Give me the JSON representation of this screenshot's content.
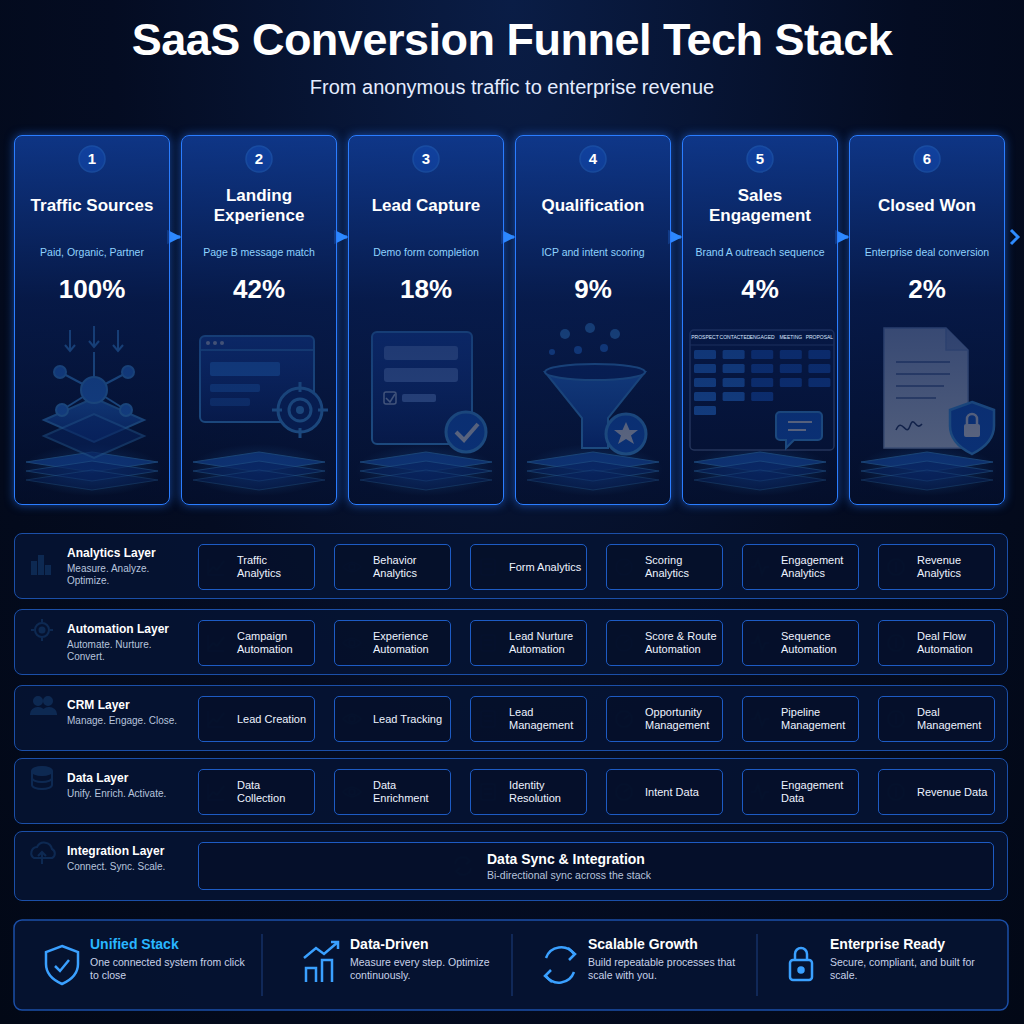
{
  "diagram": {
    "title": "SaaS Conversion Funnel Tech Stack",
    "caption": "From anonymous traffic to enterprise revenue",
    "nodes": [
      {
        "text": [
          "1",
          "Traffic Sources",
          "Paid, Organic, Partner",
          "100%"
        ]
      },
      {
        "text": [
          "2",
          "Landing Experience",
          "Page B message match",
          "42%"
        ]
      },
      {
        "text": [
          "3",
          "Lead Capture",
          "Demo form completion",
          "18%"
        ]
      },
      {
        "text": [
          "4",
          "Qualification",
          "ICP and intent scoring",
          "9%"
        ]
      },
      {
        "text": [
          "5",
          "Sales Engagement",
          "Brand A outreach sequence",
          "4%"
        ]
      },
      {
        "text": [
          "6",
          "Closed Won",
          "Enterprise deal conversion",
          "2%"
        ]
      },
      {
        "text": [
          "Analytics Layer",
          "Measure. Analyze. Optimize."
        ]
      },
      {
        "text": [
          "Traffic Analytics"
        ],
        "in": 6
      },
      {
        "text": [
          "Behavior Analytics"
        ],
        "in": 6
      },
      {
        "text": [
          "Form Analytics"
        ],
        "in": 6
      },
      {
        "text": [
          "Scoring Analytics"
        ],
        "in": 6
      },
      {
        "text": [
          "Engagement Analytics"
        ],
        "in": 6
      },
      {
        "text": [
          "Revenue Analytics"
        ],
        "in": 6
      },
      {
        "text": [
          "Automation Layer",
          "Automate. Nurture. Convert."
        ]
      },
      {
        "text": [
          "Campaign Automation"
        ],
        "in": 13
      },
      {
        "text": [
          "Experience Automation"
        ],
        "in": 13
      },
      {
        "text": [
          "Lead Nurture Automation"
        ],
        "in": 13
      },
      {
        "text": [
          "Score & Route Automation"
        ],
        "in": 13
      },
      {
        "text": [
          "Sequence Automation"
        ],
        "in": 13
      },
      {
        "text": [
          "Deal Flow Automation"
        ],
        "in": 13
      },
      {
        "text": [
          "CRM Layer",
          "Manage. Engage. Close."
        ]
      },
      {
        "text": [
          "Lead Creation"
        ],
        "in": 20
      },
      {
        "text": [
          "Lead Tracking"
        ],
        "in": 20
      },
      {
        "text": [
          "Lead Management"
        ],
        "in": 20
      },
      {
        "text": [
          "Opportunity Management"
        ],
        "in": 20
      },
      {
        "text": [
          "Pipeline Management"
        ],
        "in": 20
      },
      {
        "text": [
          "Deal Management"
        ],
        "in": 20
      },
      {
        "text": [
          "Data Layer",
          "Unify. Enrich. Activate."
        ]
      },
      {
        "text": [
          "Data Collection"
        ],
        "in": 27
      },
      {
        "text": [
          "Data Enrichment"
        ],
        "in": 27
      },
      {
        "text": [
          "Identity Resolution"
        ],
        "in": 27
      },
      {
        "text": [
          "Intent Data"
        ],
        "in": 27
      },
      {
        "text": [
          "Engagement Data"
        ],
        "in": 27
      },
      {
        "text": [
          "Revenue Data"
        ],
        "in": 27
      },
      {
        "text": [
          "Integration Layer",
          "Connect. Sync. Scale."
        ]
      },
      {
        "text": [
          "Data Sync & Integration",
          "Bi-directional sync across the stack"
        ],
        "in": 34
      },
      {
        "text": [
          "Unified Stack",
          "One connected system from click to close"
        ]
      },
      {
        "text": [
          "Data-Driven",
          "Measure every step. Optimize continuously."
        ]
      },
      {
        "text": [
          "Scalable Growth",
          "Build repeatable processes that scale with you."
        ]
      },
      {
        "text": [
          "Enterprise Ready",
          "Secure, compliant, and built for scale."
        ]
      }
    ],
    "edges": [
      {
        "from": 0,
        "to": 1,
        "arrow": "to"
      },
      {
        "from": 1,
        "to": 2,
        "arrow": "to"
      },
      {
        "from": 2,
        "to": 3,
        "arrow": "to"
      },
      {
        "from": 3,
        "to": 4,
        "arrow": "to"
      },
      {
        "from": 4,
        "to": 5,
        "arrow": "to"
      }
    ],
    "labels": [
      "PROSPECT",
      "CONTACTED",
      "ENGAGED",
      "MEETING",
      "PROPOSAL"
    ]
  }
}
